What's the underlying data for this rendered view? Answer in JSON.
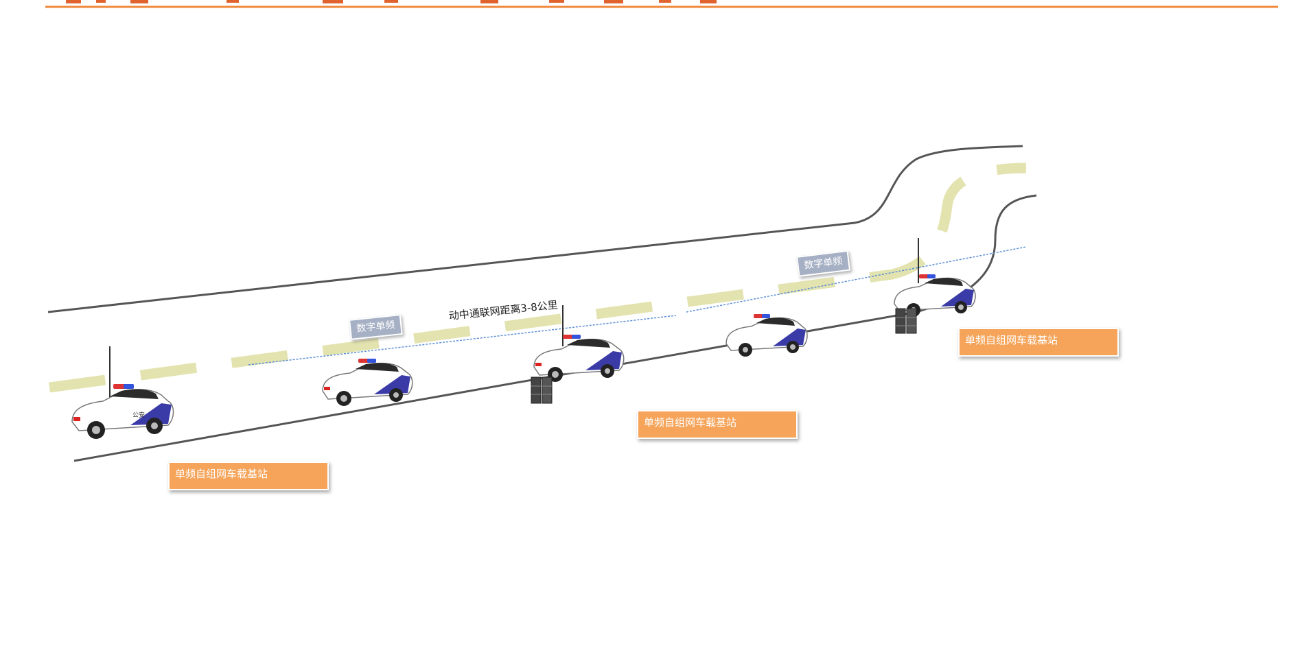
{
  "diagram": {
    "distance_label": "动中通联网距离3-8公里",
    "digital_labels": [
      "数字单频",
      "数字单频"
    ],
    "base_station_labels": [
      "单频自组网车载基站",
      "单频自组网车载基站",
      "单频自组网车载基站"
    ],
    "car_door_text": "公安",
    "colors": {
      "header_rule": "#f08a3c",
      "road_edge": "#555555",
      "lane_dash": "#e3e3b0",
      "link_line": "#5b8fd6",
      "station_label_bg": "#f5a45a",
      "digital_label_bg": "#a6b0c4",
      "car_body": "#ffffff",
      "car_stripe": "#3b3ba8"
    }
  }
}
